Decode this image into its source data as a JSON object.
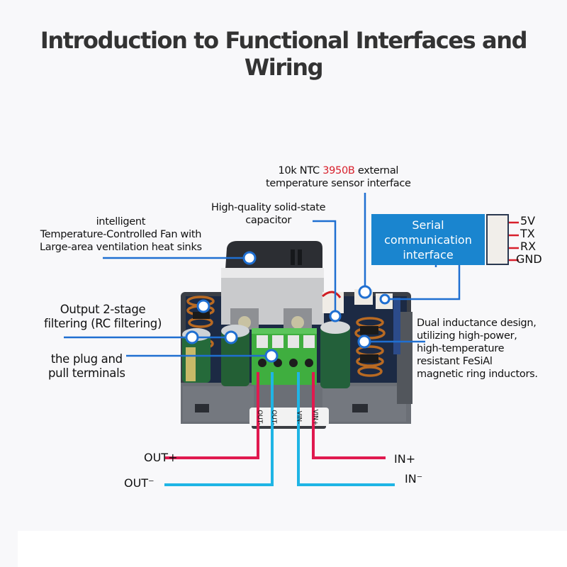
{
  "title": "Introduction to Functional Interfaces and Wiring",
  "colors": {
    "callout_line": "#1f6fd1",
    "serial_box": "#1a85cf",
    "positive_wire": "#e0194f",
    "negative_wire": "#1fb5e5",
    "highlight_text": "#d8202c"
  },
  "callouts": {
    "ntc_sensor": {
      "line1_prefix": "10k NTC ",
      "line1_highlight": "3950B",
      "line1_suffix": " external",
      "line2": "temperature sensor interface"
    },
    "capacitor": {
      "line1": "High-quality solid-state",
      "line2": "capacitor"
    },
    "fan": {
      "line1": "intelligent",
      "line2": "Temperature-Controlled Fan with",
      "line3": "Large-area ventilation heat sinks"
    },
    "output_filter": {
      "line1": "Output 2-stage",
      "line2": "filtering (RC filtering)"
    },
    "terminals": {
      "line1": "the plug and",
      "line2": "pull terminals"
    },
    "inductors": {
      "line1": "Dual inductance design,",
      "line2": "utilizing high-power,",
      "line3": "high-temperature",
      "line4": "resistant FeSiAl",
      "line5": "magnetic ring inductors."
    },
    "serial": {
      "line1": "Serial",
      "line2": "communication",
      "line3": "interface",
      "pins": [
        "5V",
        "TX",
        "RX",
        "GND"
      ]
    }
  },
  "terminal_labels": [
    "OUT-",
    "OUT-",
    "VIN-",
    "VIN+"
  ],
  "wiring": {
    "out_plus": "OUT+",
    "out_minus": "OUT⁻",
    "in_plus": "IN+",
    "in_minus": "IN⁻"
  }
}
